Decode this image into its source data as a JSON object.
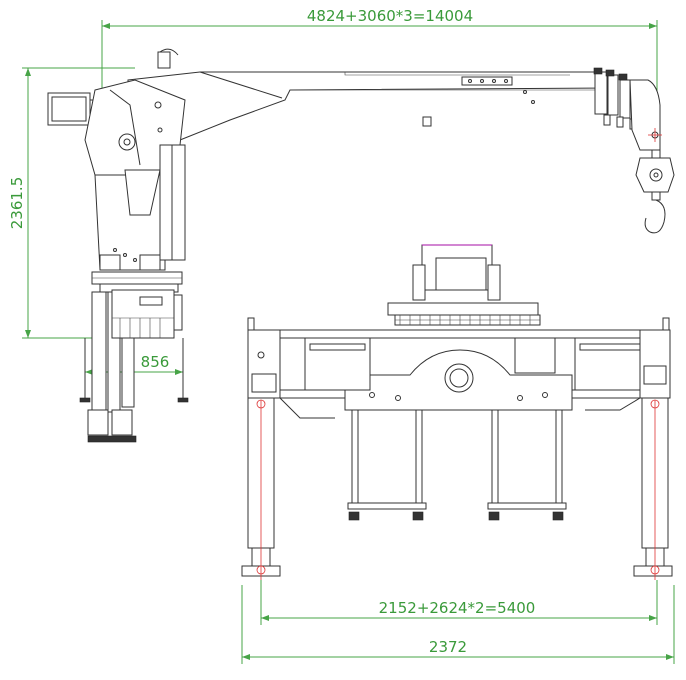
{
  "dimensions": {
    "boom_reach": "4824+3060*3=14004",
    "height": "2361.5",
    "column_width": "856",
    "outrigger_span": "2152+2624*2=5400",
    "overall_width": "2372"
  },
  "colors": {
    "dimension_line": "#47a447",
    "drawing_line": "#333333",
    "center_line": "#dd3333"
  }
}
